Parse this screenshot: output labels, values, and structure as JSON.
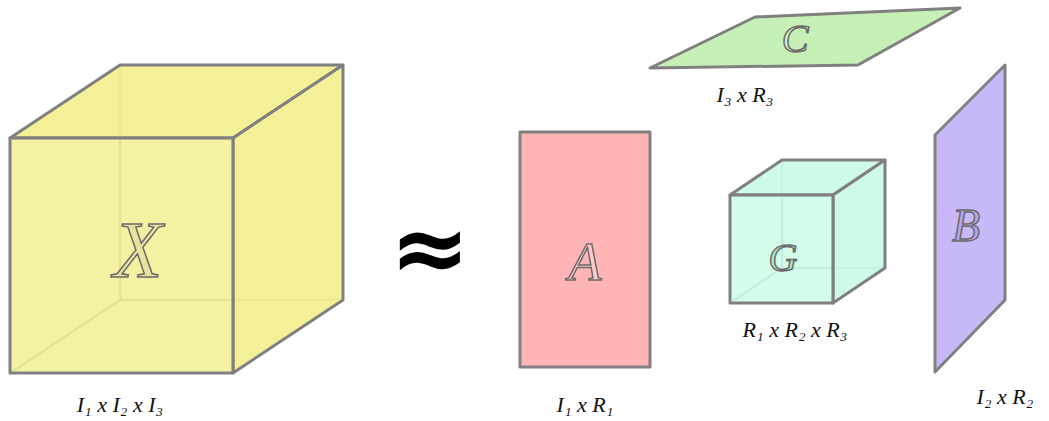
{
  "diagram": {
    "nodes": [
      {
        "text": [
          "X",
          "I₁ x I₂ x I₃"
        ]
      },
      {
        "text": [
          "A",
          "I₁ x R₁"
        ]
      },
      {
        "text": [
          "C",
          "I₃ x R₃"
        ]
      },
      {
        "text": [
          "G",
          "R₁ x R₂ x R₃"
        ]
      },
      {
        "text": [
          "B",
          "I₂ x R₂"
        ]
      }
    ],
    "labels": [
      "≈"
    ]
  }
}
